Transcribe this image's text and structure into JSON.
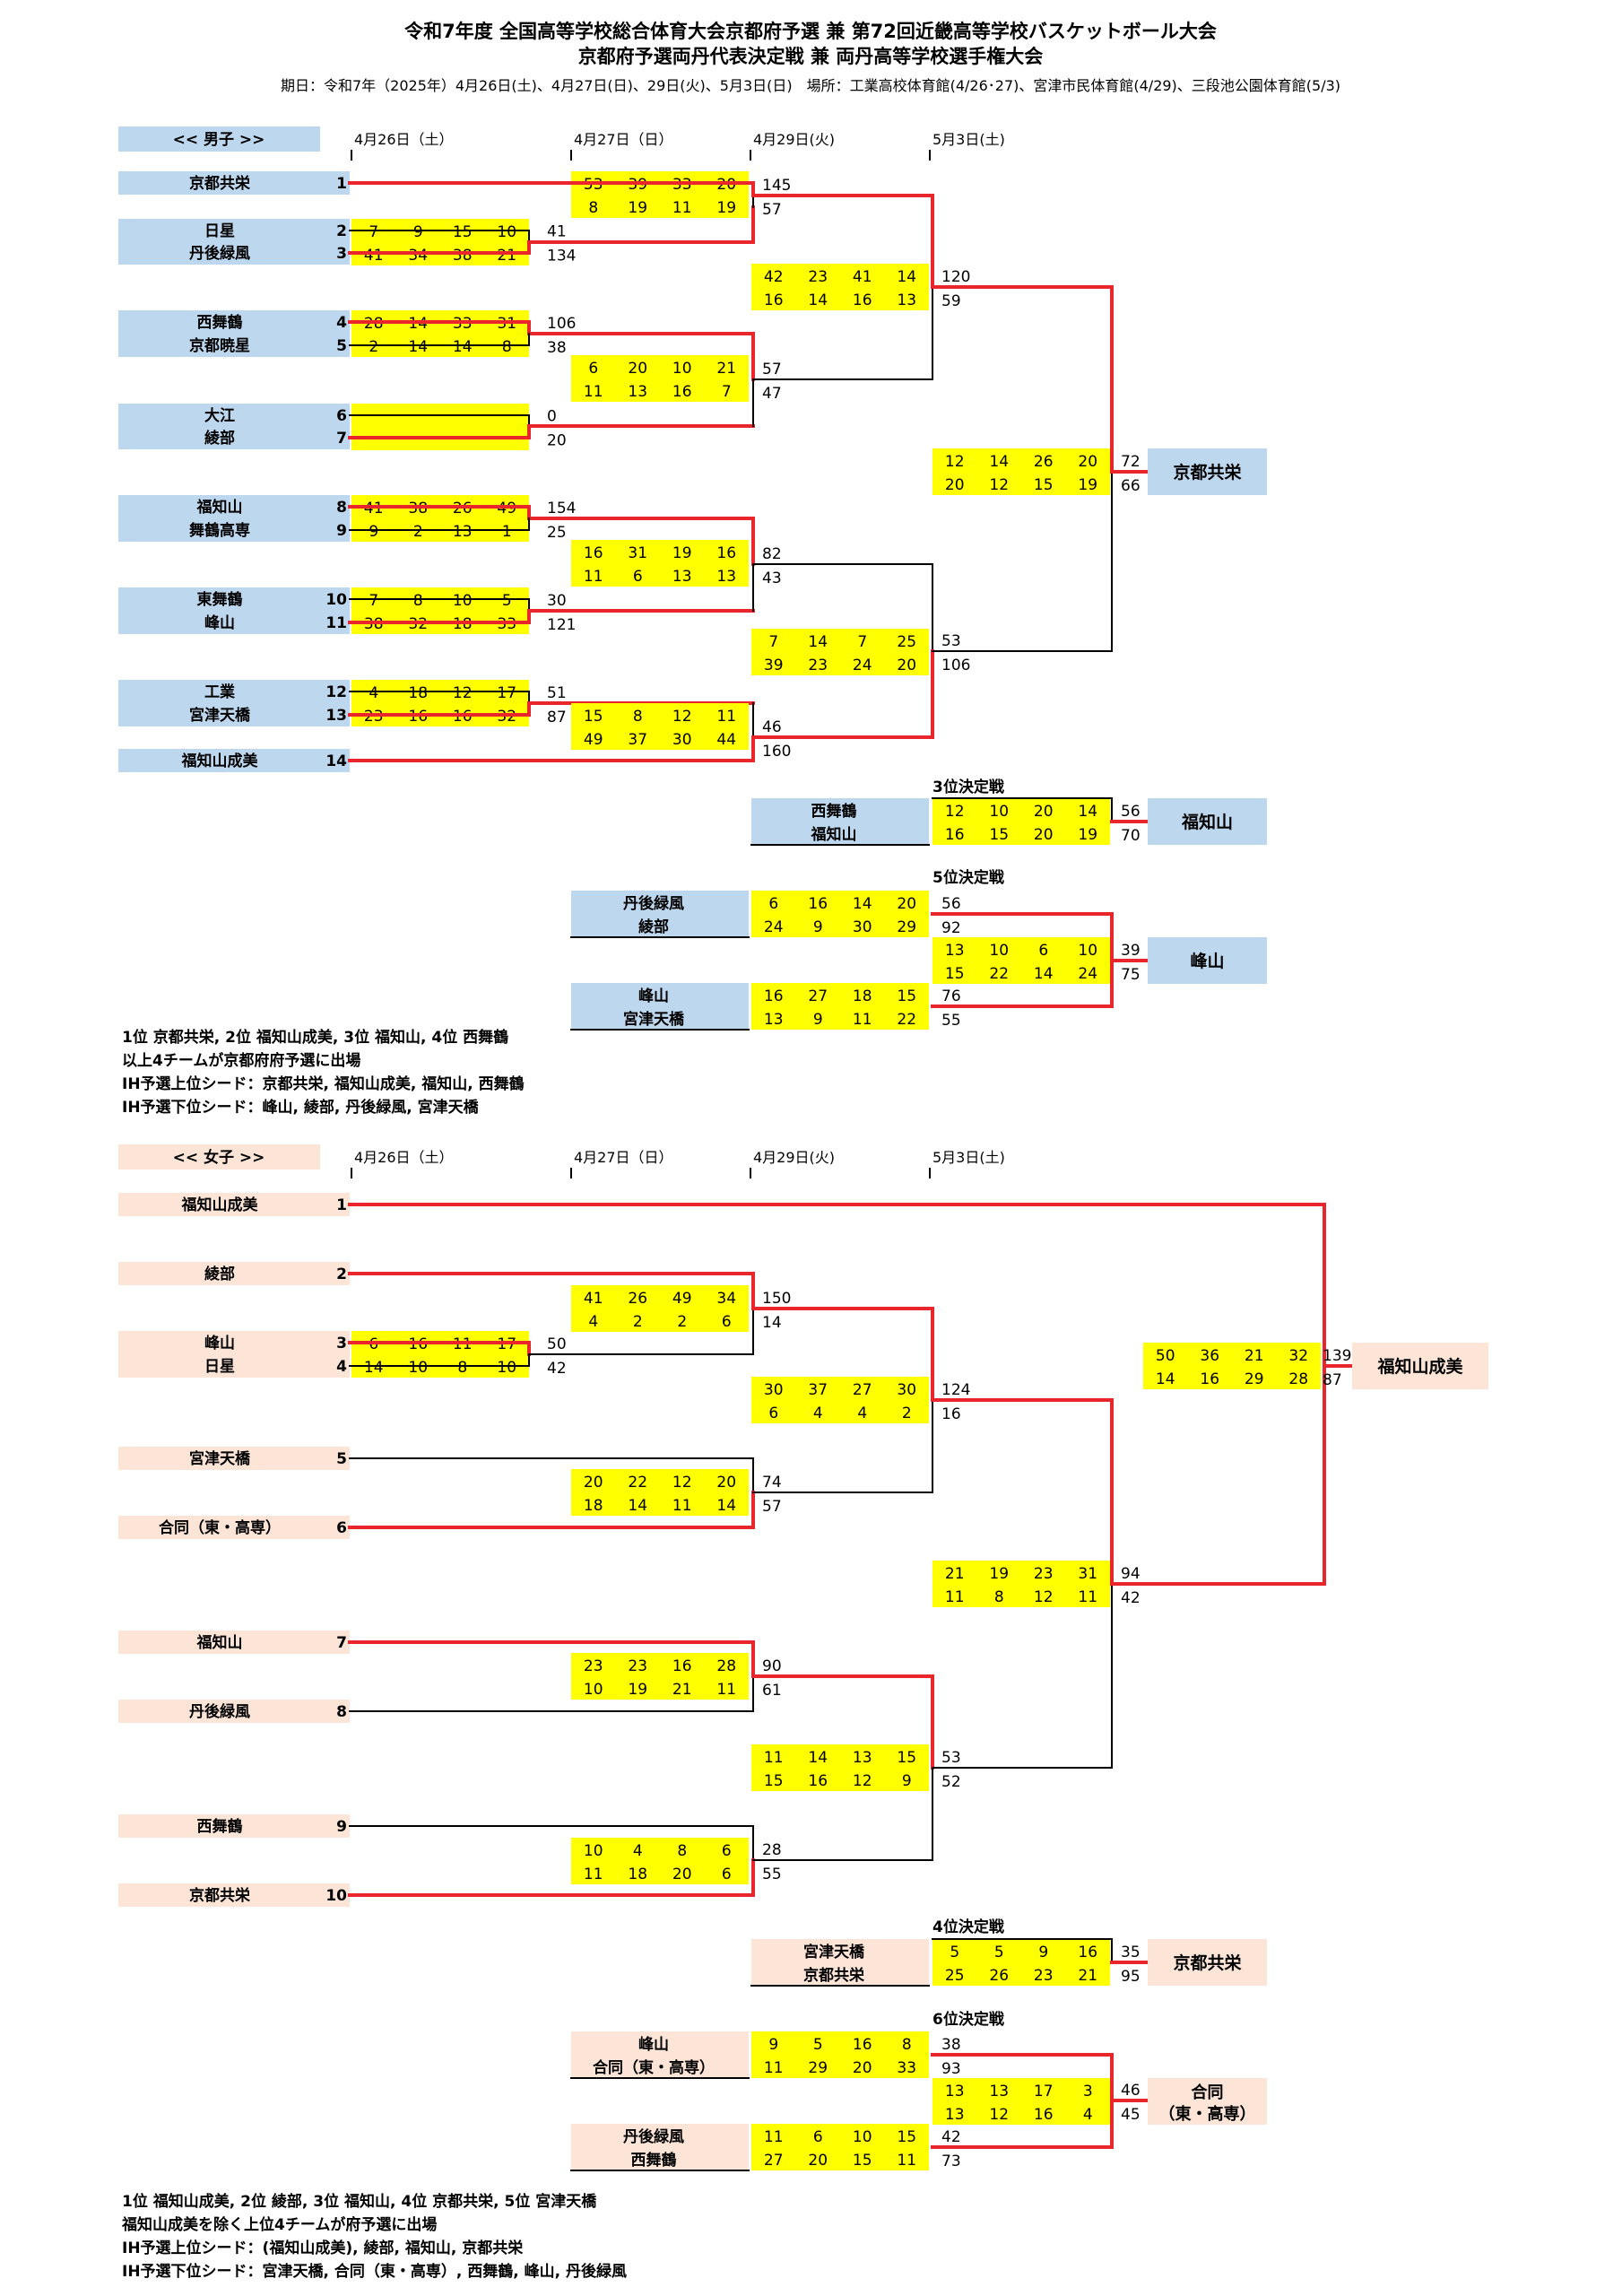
{
  "header": {
    "title1": "令和7年度 全国高等学校総合体育大会京都府予選 兼 第72回近畿高等学校バスケットボール大会",
    "title2": "京都府予選両丹代表決定戦 兼 両丹高等学校選手権大会",
    "info": "期日：令和7年（2025年）4月26日(土)、4月27日(日)、29日(火)、5月3日(日)　場所：工業高校体育館(4/26･27)、宮津市民体育館(4/29)、三段池公園体育館(5/3)"
  },
  "dates": [
    "4月26日（土）",
    "4月27日（日）",
    "4月29日(火)",
    "5月3日(土)"
  ],
  "boys": {
    "label": "<< 男子 >>",
    "teams": [
      {
        "name": "京都共栄",
        "seed": "1"
      },
      {
        "name": "日星",
        "seed": "2"
      },
      {
        "name": "丹後緑風",
        "seed": "3"
      },
      {
        "name": "西舞鶴",
        "seed": "4"
      },
      {
        "name": "京都暁星",
        "seed": "5"
      },
      {
        "name": "大江",
        "seed": "6"
      },
      {
        "name": "綾部",
        "seed": "7"
      },
      {
        "name": "福知山",
        "seed": "8"
      },
      {
        "name": "舞鶴高専",
        "seed": "9"
      },
      {
        "name": "東舞鶴",
        "seed": "10"
      },
      {
        "name": "峰山",
        "seed": "11"
      },
      {
        "name": "工業",
        "seed": "12"
      },
      {
        "name": "宮津天橋",
        "seed": "13"
      },
      {
        "name": "福知山成美",
        "seed": "14"
      }
    ],
    "matches": [
      {
        "q": [
          [
            7,
            9,
            15,
            10
          ],
          [
            41,
            34,
            38,
            21
          ]
        ],
        "t": [
          "41",
          "134"
        ]
      },
      {
        "q": [
          [
            28,
            14,
            33,
            31
          ],
          [
            2,
            14,
            14,
            8
          ]
        ],
        "t": [
          "106",
          "38"
        ]
      },
      {
        "q": [
          [],
          []
        ],
        "t": [
          "0",
          "20"
        ]
      },
      {
        "q": [
          [
            41,
            38,
            26,
            49
          ],
          [
            9,
            2,
            13,
            1
          ]
        ],
        "t": [
          "154",
          "25"
        ]
      },
      {
        "q": [
          [
            7,
            8,
            10,
            5
          ],
          [
            38,
            32,
            18,
            33
          ]
        ],
        "t": [
          "30",
          "121"
        ]
      },
      {
        "q": [
          [
            4,
            18,
            12,
            17
          ],
          [
            23,
            16,
            16,
            32
          ]
        ],
        "t": [
          "51",
          "87"
        ]
      },
      {
        "q": [
          [
            53,
            39,
            33,
            20
          ],
          [
            8,
            19,
            11,
            19
          ]
        ],
        "t": [
          "145",
          "57"
        ]
      },
      {
        "q": [
          [
            6,
            20,
            10,
            21
          ],
          [
            11,
            13,
            16,
            7
          ]
        ],
        "t": [
          "57",
          "47"
        ]
      },
      {
        "q": [
          [
            16,
            31,
            19,
            16
          ],
          [
            11,
            6,
            13,
            13
          ]
        ],
        "t": [
          "82",
          "43"
        ]
      },
      {
        "q": [
          [
            15,
            8,
            12,
            11
          ],
          [
            49,
            37,
            30,
            44
          ]
        ],
        "t": [
          "46",
          "160"
        ]
      },
      {
        "q": [
          [
            42,
            23,
            41,
            14
          ],
          [
            16,
            14,
            16,
            13
          ]
        ],
        "t": [
          "120",
          "59"
        ]
      },
      {
        "q": [
          [
            7,
            14,
            7,
            25
          ],
          [
            39,
            23,
            24,
            20
          ]
        ],
        "t": [
          "53",
          "106"
        ]
      },
      {
        "q": [
          [
            12,
            14,
            26,
            20
          ],
          [
            20,
            12,
            15,
            19
          ]
        ],
        "t": [
          "72",
          "66"
        ]
      }
    ],
    "champion": "京都共栄",
    "third": {
      "title": "3位決定戦",
      "teams": [
        "西舞鶴",
        "福知山"
      ],
      "q": [
        [
          12,
          10,
          20,
          14
        ],
        [
          16,
          15,
          20,
          19
        ]
      ],
      "t": [
        "56",
        "70"
      ],
      "winner": "福知山"
    },
    "fifth": {
      "title": "5位決定戦",
      "teamsA": [
        "丹後緑風",
        "綾部"
      ],
      "qA": [
        [
          6,
          16,
          14,
          20
        ],
        [
          24,
          9,
          30,
          29
        ]
      ],
      "tA": [
        "56",
        "92"
      ],
      "teamsB": [
        "峰山",
        "宮津天橋"
      ],
      "qB": [
        [
          16,
          27,
          18,
          15
        ],
        [
          13,
          9,
          11,
          22
        ]
      ],
      "tB": [
        "76",
        "55"
      ],
      "qF": [
        [
          13,
          10,
          6,
          10
        ],
        [
          15,
          22,
          14,
          24
        ]
      ],
      "tF": [
        "39",
        "75"
      ],
      "winner": "峰山"
    },
    "notes": [
      "1位 京都共栄, 2位 福知山成美, 3位 福知山, 4位 西舞鶴",
      "以上4チームが京都府府予選に出場",
      "IH予選上位シード：京都共栄, 福知山成美, 福知山, 西舞鶴",
      "IH予選下位シード：峰山, 綾部, 丹後緑風, 宮津天橋"
    ]
  },
  "girls": {
    "label": "<< 女子 >>",
    "teams": [
      {
        "name": "福知山成美",
        "seed": "1"
      },
      {
        "name": "綾部",
        "seed": "2"
      },
      {
        "name": "峰山",
        "seed": "3"
      },
      {
        "name": "日星",
        "seed": "4"
      },
      {
        "name": "宮津天橋",
        "seed": "5"
      },
      {
        "name": "合同（東・高専）",
        "seed": "6"
      },
      {
        "name": "福知山",
        "seed": "7"
      },
      {
        "name": "丹後緑風",
        "seed": "8"
      },
      {
        "name": "西舞鶴",
        "seed": "9"
      },
      {
        "name": "京都共栄",
        "seed": "10"
      }
    ],
    "matches": [
      {
        "q": [
          [
            6,
            16,
            11,
            17
          ],
          [
            14,
            10,
            8,
            10
          ]
        ],
        "t": [
          "50",
          "42"
        ]
      },
      {
        "q": [
          [
            41,
            26,
            49,
            34
          ],
          [
            4,
            2,
            2,
            6
          ]
        ],
        "t": [
          "150",
          "14"
        ]
      },
      {
        "q": [
          [
            20,
            22,
            12,
            20
          ],
          [
            18,
            14,
            11,
            14
          ]
        ],
        "t": [
          "74",
          "57"
        ]
      },
      {
        "q": [
          [
            23,
            23,
            16,
            28
          ],
          [
            10,
            19,
            21,
            11
          ]
        ],
        "t": [
          "90",
          "61"
        ]
      },
      {
        "q": [
          [
            10,
            4,
            8,
            6
          ],
          [
            11,
            18,
            20,
            6
          ]
        ],
        "t": [
          "28",
          "55"
        ]
      },
      {
        "q": [
          [
            30,
            37,
            27,
            30
          ],
          [
            6,
            4,
            4,
            2
          ]
        ],
        "t": [
          "124",
          "16"
        ]
      },
      {
        "q": [
          [
            11,
            14,
            13,
            15
          ],
          [
            15,
            16,
            12,
            9
          ]
        ],
        "t": [
          "53",
          "52"
        ]
      },
      {
        "q": [
          [
            21,
            19,
            23,
            31
          ],
          [
            11,
            8,
            12,
            11
          ]
        ],
        "t": [
          "94",
          "42"
        ]
      },
      {
        "q": [
          [
            50,
            36,
            21,
            32
          ],
          [
            14,
            16,
            29,
            28
          ]
        ],
        "t": [
          "139",
          "87"
        ]
      }
    ],
    "champion": "福知山成美",
    "fourth": {
      "title": "4位決定戦",
      "teams": [
        "宮津天橋",
        "京都共栄"
      ],
      "q": [
        [
          5,
          5,
          9,
          16
        ],
        [
          25,
          26,
          23,
          21
        ]
      ],
      "t": [
        "35",
        "95"
      ],
      "winner": "京都共栄"
    },
    "sixth": {
      "title": "6位決定戦",
      "teamsA": [
        "峰山",
        "合同（東・高専）"
      ],
      "qA": [
        [
          9,
          5,
          16,
          8
        ],
        [
          11,
          29,
          20,
          33
        ]
      ],
      "tA": [
        "38",
        "93"
      ],
      "teamsB": [
        "丹後緑風",
        "西舞鶴"
      ],
      "qB": [
        [
          11,
          6,
          10,
          15
        ],
        [
          27,
          20,
          15,
          11
        ]
      ],
      "tB": [
        "42",
        "73"
      ],
      "qF": [
        [
          13,
          13,
          17,
          3
        ],
        [
          13,
          12,
          16,
          4
        ]
      ],
      "tF": [
        "46",
        "45"
      ],
      "winner1": "合同",
      "winner2": "（東・高専）"
    },
    "notes": [
      "1位 福知山成美, 2位 綾部, 3位 福知山, 4位 京都共栄, 5位 宮津天橋",
      "福知山成美を除く上位4チームが府予選に出場",
      "IH予選上位シード：(福知山成美), 綾部, 福知山, 京都共栄",
      "IH予選下位シード：宮津天橋, 合同（東・高専）, 西舞鶴, 峰山, 丹後緑風"
    ]
  },
  "colors": {
    "red": "#e8262b",
    "yellow": "#ffff00",
    "boys_bg": "#bdd7ee",
    "girls_bg": "#fce4d6"
  }
}
